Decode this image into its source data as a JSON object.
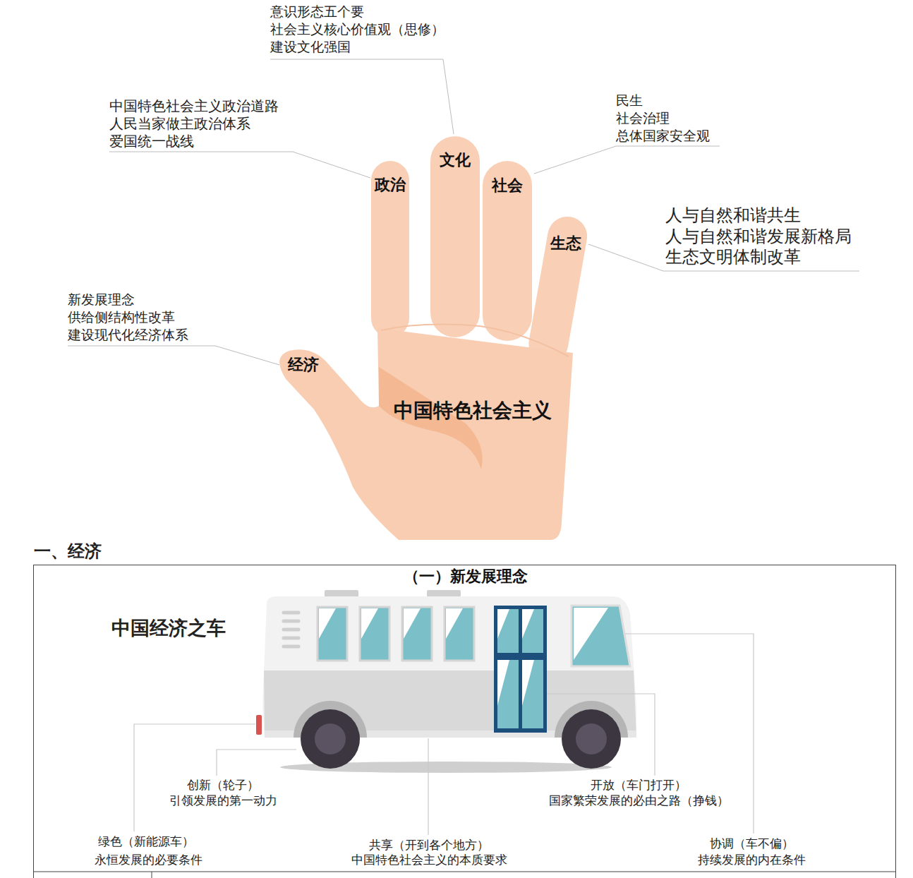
{
  "diagram": {
    "nodes": [
      {
        "text": [
          "中国特色社会主义"
        ]
      },
      {
        "text": [
          "政治"
        ],
        "in": 0
      },
      {
        "text": [
          "文化"
        ],
        "in": 0
      },
      {
        "text": [
          "社会"
        ],
        "in": 0
      },
      {
        "text": [
          "生态"
        ],
        "in": 0
      },
      {
        "text": [
          "经济"
        ],
        "in": 0
      },
      {
        "text": [
          "（一）新发展理念"
        ]
      }
    ],
    "labels": [
      "意识形态五个要",
      "社会主义核心价值观（思修）",
      "建设文化强国",
      "中国特色社会主义政治道路",
      "人民当家做主政治体系",
      "爱国统一战线",
      "民生",
      "社会治理",
      "总体国家安全观",
      "人与自然和谐共生",
      "人与自然和谐发展新格局",
      "生态文明体制改革",
      "新发展理念",
      "供给侧结构性改革",
      "建设现代化经济体系",
      "一、经济",
      "中国经济之车",
      "创新（轮子）",
      "引领发展的第一动力",
      "开放（车门打开）",
      "国家繁荣发展的必由之路（挣钱）",
      "绿色（新能源车）",
      "永恒发展的必要条件",
      "共享（开到各个地方）",
      "中国特色社会主义的本质要求",
      "协调（车不偏）",
      "持续发展的内在条件"
    ]
  }
}
